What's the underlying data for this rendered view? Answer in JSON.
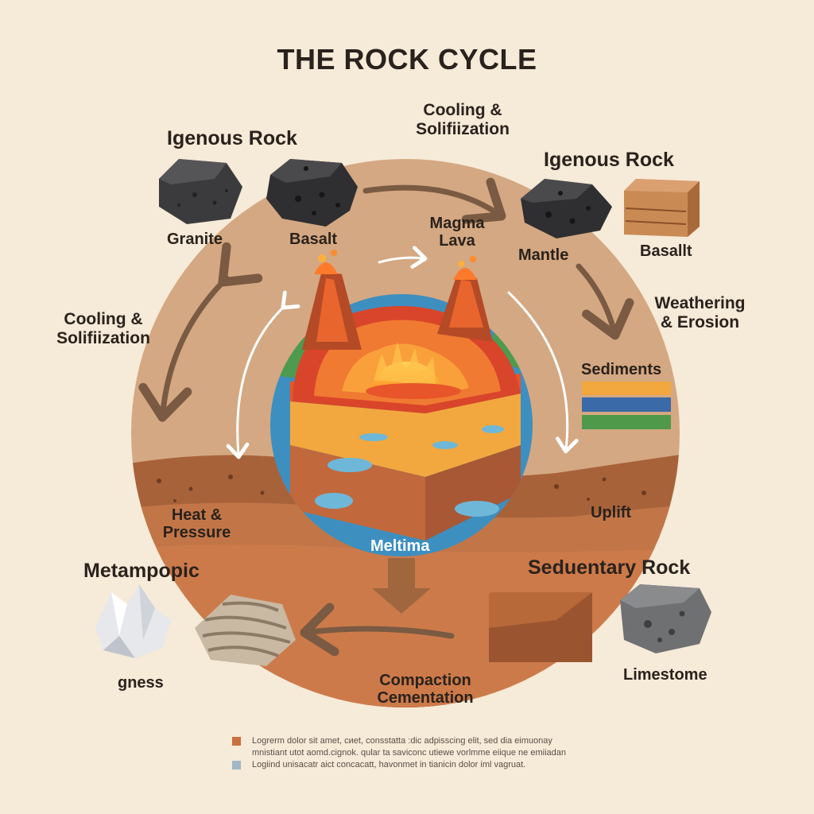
{
  "title": "THE ROCK CYCLE",
  "labels": {
    "igneous_left": "Igenous Rock",
    "igneous_right": "Igenous Rock",
    "cooling_top": [
      "Cooling &",
      "Solifiization"
    ],
    "cooling_left": [
      "Cooling &",
      "Solifiization"
    ],
    "granite": "Granite",
    "basalt_top": "Basalt",
    "basalt_right": "Basallt",
    "magma_lava": [
      "Magma",
      "Lava"
    ],
    "mantle": "Mantle",
    "weathering": [
      "Weathering",
      "& Erosion"
    ],
    "sediments": "Sediments",
    "uplift": "Uplift",
    "heat_pressure": [
      "Heat &",
      "Pressure"
    ],
    "meltima": "Meltima",
    "metamorphic": "Metampopic",
    "sedimentary": "Seduentary Rock",
    "gness": "gness",
    "compaction": [
      "Compaction",
      "Cementation"
    ],
    "limestone": "Limestome"
  },
  "legend": [
    {
      "color": "#c9703f",
      "text": "Logrerm dolor sit amet, cиet, consstatta :dic adpisscing elit, sed dia eimuonay"
    },
    {
      "color": "#f6ead8",
      "text": "mnistiant utot aomd.cignok. qular ta saviconc utiewe vorlmme eiique ne emiiadan"
    },
    {
      "color": "#9fb8c4",
      "text": "Logiind unisacatr aict concacatt, havonmet in tianicin dolor iml vagruat."
    }
  ],
  "colors": {
    "background": "#f6ead8",
    "circle": "#d4a882",
    "arrow": "#7a5a42",
    "lava": "#e8552a",
    "water": "#3d8fc0"
  }
}
